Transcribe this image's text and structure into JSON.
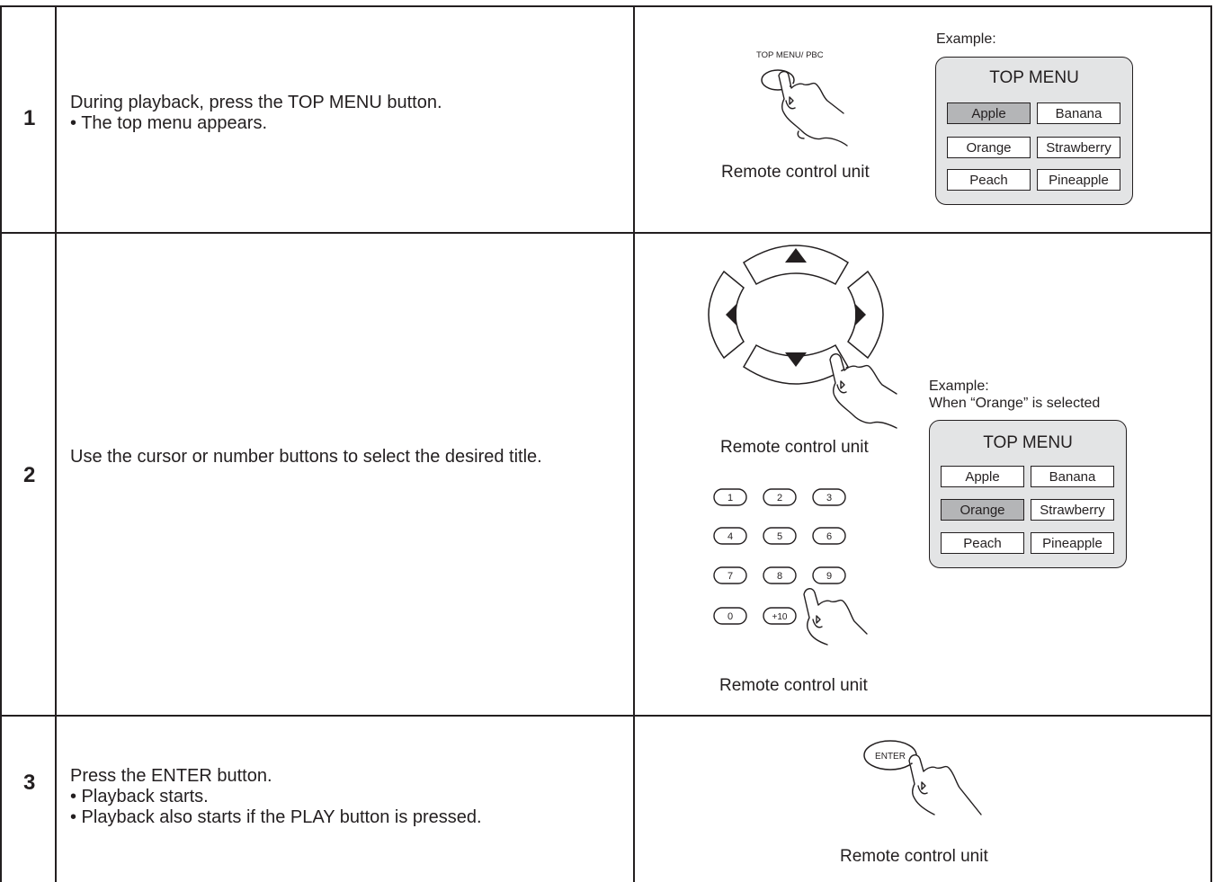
{
  "steps": [
    {
      "number": "1",
      "lines": [
        "During playback, press the TOP MENU button.",
        "• The top menu appears."
      ],
      "button_label": "TOP MENU/ PBC",
      "caption": "Remote control unit",
      "example": {
        "label": "Example:"
      },
      "menu": {
        "title": "TOP MENU",
        "items": [
          "Apple",
          "Banana",
          "Orange",
          "Strawberry",
          "Peach",
          "Pineapple"
        ],
        "selected": "Apple"
      }
    },
    {
      "number": "2",
      "lines": [
        "Use the cursor or number buttons to select the desired title."
      ],
      "caption_cursor": "Remote control unit",
      "caption_numbers": "Remote control unit",
      "number_buttons": [
        "1",
        "2",
        "3",
        "4",
        "5",
        "6",
        "7",
        "8",
        "9",
        "0",
        "+10"
      ],
      "example": {
        "label": "Example:",
        "note": "When “Orange” is selected"
      },
      "menu": {
        "title": "TOP MENU",
        "items": [
          "Apple",
          "Banana",
          "Orange",
          "Strawberry",
          "Peach",
          "Pineapple"
        ],
        "selected": "Orange"
      }
    },
    {
      "number": "3",
      "lines": [
        "Press the ENTER button.",
        "• Playback starts.",
        "• Playback also starts if the PLAY button is pressed."
      ],
      "button_label": "ENTER",
      "caption": "Remote control unit"
    }
  ],
  "colors": {
    "line": "#231f20",
    "menu_bg": "#e3e4e5",
    "selected_bg": "#b4b5b7"
  }
}
